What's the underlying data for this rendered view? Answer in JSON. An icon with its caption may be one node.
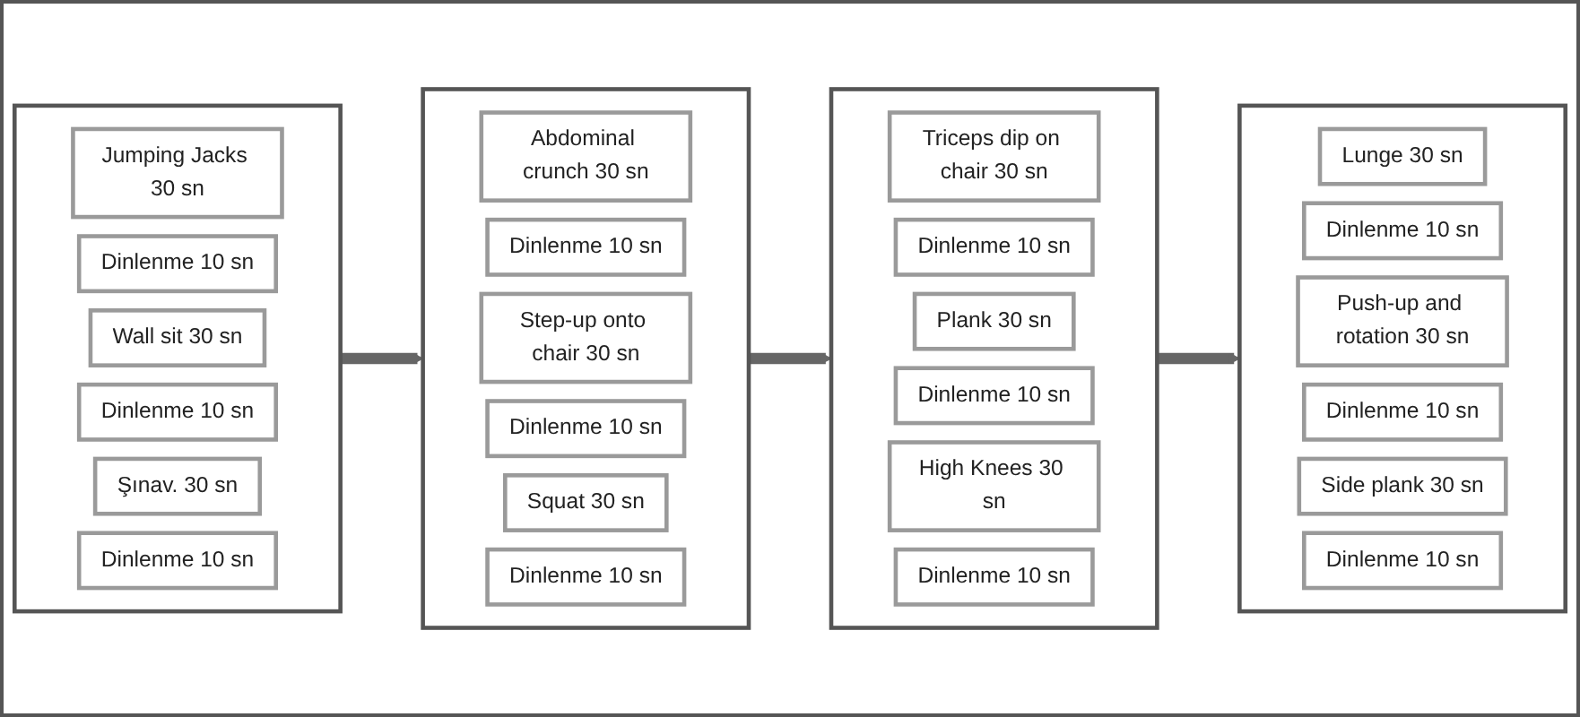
{
  "diagram": {
    "nodes": [
      {
        "text": [],
        "shape": "box"
      },
      {
        "text": [
          "Jumping Jacks 30 sn"
        ],
        "in": 0
      },
      {
        "text": [
          "Dinlenme 10 sn"
        ],
        "in": 0
      },
      {
        "text": [
          "Wall sit 30 sn"
        ],
        "in": 0
      },
      {
        "text": [
          "Dinlenme 10 sn"
        ],
        "in": 0
      },
      {
        "text": [
          "Şınav. 30 sn"
        ],
        "in": 0
      },
      {
        "text": [
          "Dinlenme 10 sn"
        ],
        "in": 0
      },
      {
        "text": [],
        "shape": "box"
      },
      {
        "text": [
          "Abdominal crunch 30 sn"
        ],
        "in": 7
      },
      {
        "text": [
          "Dinlenme 10 sn"
        ],
        "in": 7
      },
      {
        "text": [
          "Step-up onto chair 30 sn"
        ],
        "in": 7
      },
      {
        "text": [
          "Dinlenme 10 sn"
        ],
        "in": 7
      },
      {
        "text": [
          "Squat 30 sn"
        ],
        "in": 7
      },
      {
        "text": [
          "Dinlenme 10 sn"
        ],
        "in": 7
      },
      {
        "text": [],
        "shape": "box"
      },
      {
        "text": [
          "Triceps dip on chair 30 sn"
        ],
        "in": 14
      },
      {
        "text": [
          "Dinlenme 10 sn"
        ],
        "in": 14
      },
      {
        "text": [
          "Plank 30 sn"
        ],
        "in": 14
      },
      {
        "text": [
          "Dinlenme 10 sn"
        ],
        "in": 14
      },
      {
        "text": [
          "High Knees 30 sn"
        ],
        "in": 14
      },
      {
        "text": [
          "Dinlenme 10 sn"
        ],
        "in": 14
      },
      {
        "text": [],
        "shape": "box"
      },
      {
        "text": [
          "Lunge 30 sn"
        ],
        "in": 21
      },
      {
        "text": [
          "Dinlenme 10 sn"
        ],
        "in": 21
      },
      {
        "text": [
          "Push-up and rotation 30 sn"
        ],
        "in": 21
      },
      {
        "text": [
          "Dinlenme 10 sn"
        ],
        "in": 21
      },
      {
        "text": [
          "Side plank 30 sn"
        ],
        "in": 21
      },
      {
        "text": [
          "Dinlenme 10 sn"
        ],
        "in": 21
      }
    ],
    "edges": [
      {
        "from": 0,
        "to": 7,
        "arrow": "to"
      },
      {
        "from": 7,
        "to": 14,
        "arrow": "to"
      },
      {
        "from": 14,
        "to": 21,
        "arrow": "to"
      }
    ]
  }
}
